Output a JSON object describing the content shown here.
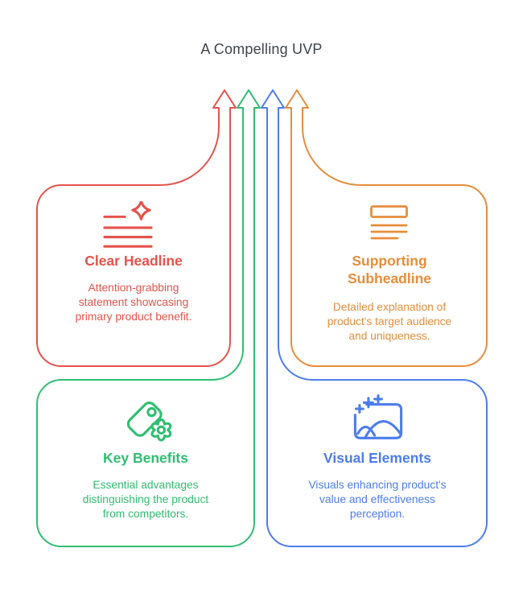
{
  "title": "A Compelling UVP",
  "colors": {
    "red": "#e5534b",
    "green": "#2fbe71",
    "blue": "#4c7dec",
    "orange": "#e78d3b",
    "heading_text": "#3f4449"
  },
  "arrows": [
    {
      "name": "red-arrow",
      "color": "red"
    },
    {
      "name": "green-arrow",
      "color": "green"
    },
    {
      "name": "blue-arrow",
      "color": "blue"
    },
    {
      "name": "orange-arrow",
      "color": "orange"
    }
  ],
  "boxes": [
    {
      "id": "clear-headline",
      "color_name": "red",
      "icon": "headline-sparkle-icon",
      "title": "Clear Headline",
      "description": "Attention-grabbing\nstatement showcasing\nprimary product benefit."
    },
    {
      "id": "supporting-subheadline",
      "color_name": "orange",
      "icon": "subheadline-text-lines-icon",
      "title": "Supporting\nSubheadline",
      "description": "Detailed explanation of\nproduct's target audience\nand uniqueness."
    },
    {
      "id": "key-benefits",
      "color_name": "green",
      "icon": "tag-gear-icon",
      "title": "Key Benefits",
      "description": "Essential advantages\ndistinguishing the product\nfrom competitors."
    },
    {
      "id": "visual-elements",
      "color_name": "blue",
      "icon": "image-sparkles-icon",
      "title": "Visual Elements",
      "description": "Visuals enhancing product's\nvalue and effectiveness\nperception."
    }
  ]
}
